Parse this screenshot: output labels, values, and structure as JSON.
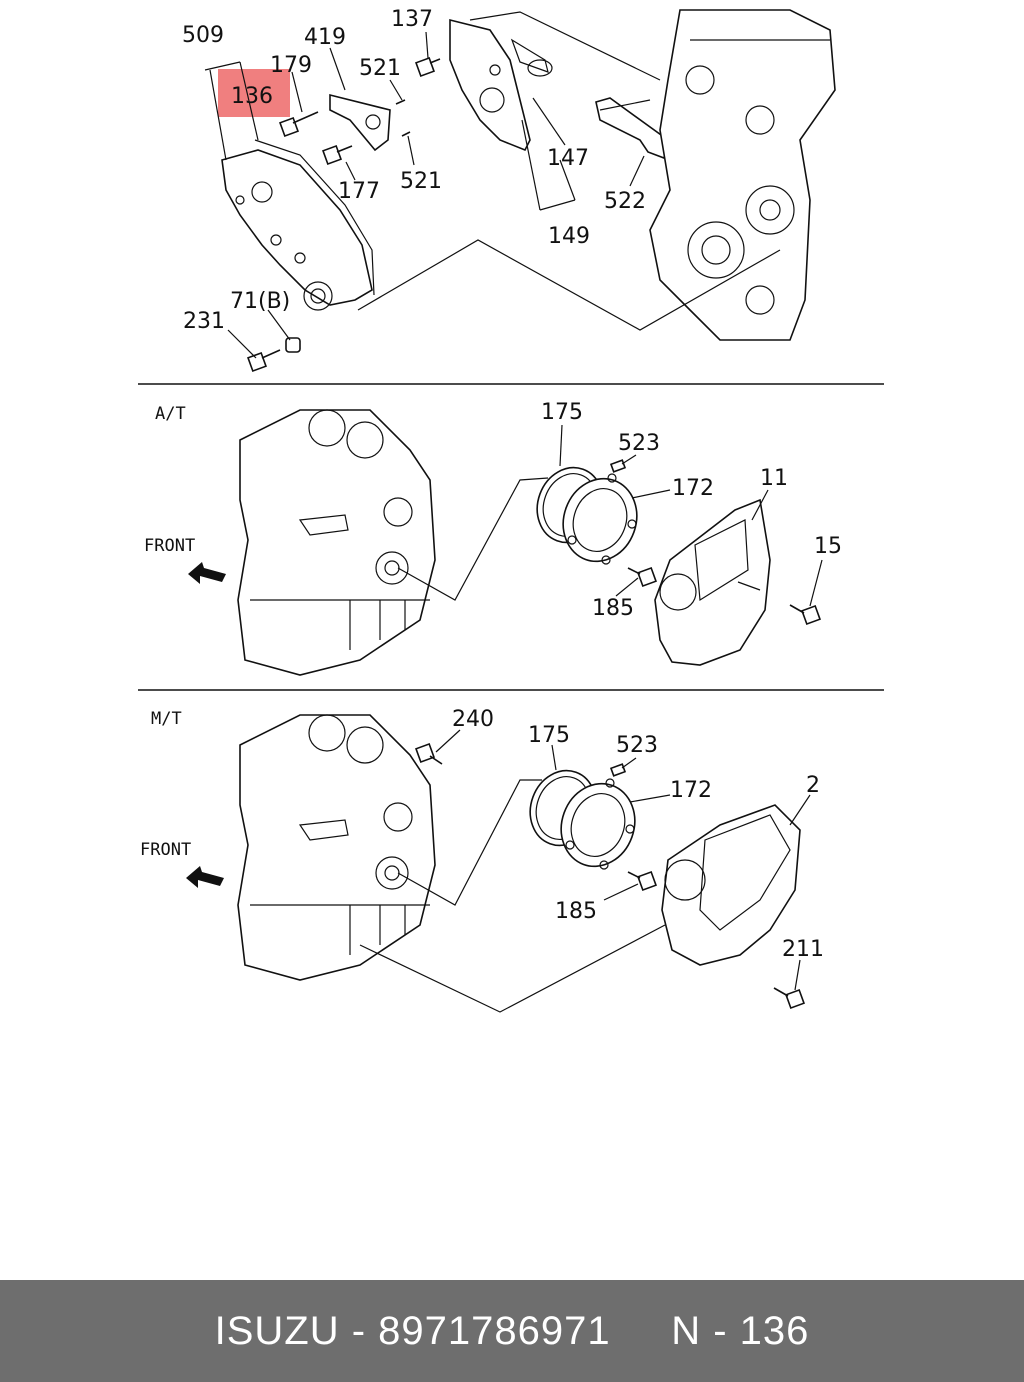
{
  "sections": {
    "at_label": "A/T",
    "mt_label": "M/T",
    "front_label_at": "FRONT",
    "front_label_mt": "FRONT"
  },
  "highlight": {
    "label": "136",
    "color": "#f07f7f"
  },
  "callouts": {
    "top": [
      "509",
      "419",
      "137",
      "179",
      "521",
      "521",
      "177",
      "147",
      "522",
      "149",
      "71(B)",
      "231"
    ],
    "at": [
      "175",
      "523",
      "172",
      "11",
      "15",
      "185"
    ],
    "mt": [
      "240",
      "175",
      "523",
      "172",
      "2",
      "185",
      "211"
    ]
  },
  "footer": {
    "brand": "ISUZU",
    "separator1": " - ",
    "part_number": "8971786971",
    "gap": "     ",
    "ref_prefix": "N - ",
    "ref_number": "136"
  },
  "colors": {
    "footer_bg": "#6e6e6e",
    "footer_text": "#ffffff",
    "highlight": "#f07f7f"
  }
}
